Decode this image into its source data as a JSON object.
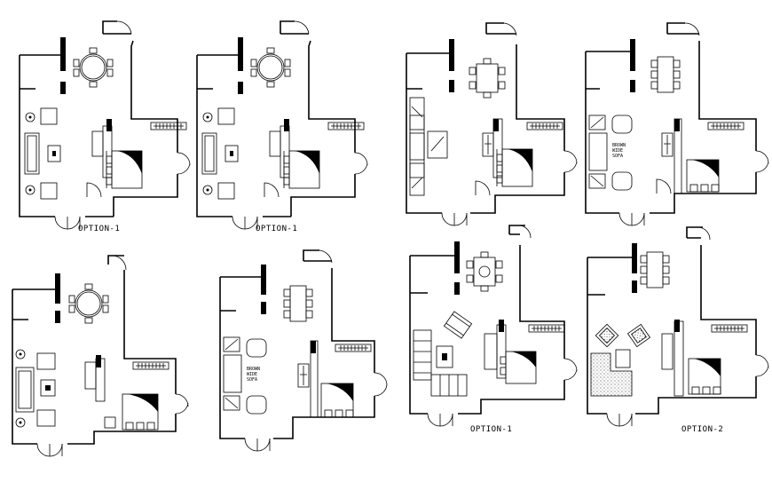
{
  "plans": [
    {
      "label": "OPTION-1"
    },
    {
      "label": "OPTION-1"
    },
    {
      "label": ""
    },
    {
      "label": ""
    },
    {
      "label": ""
    },
    {
      "label": ""
    },
    {
      "label": "OPTION-1"
    },
    {
      "label": "OPTION-2"
    }
  ],
  "sofa_note": [
    "BROWN",
    "WIDE",
    "SOFA"
  ]
}
